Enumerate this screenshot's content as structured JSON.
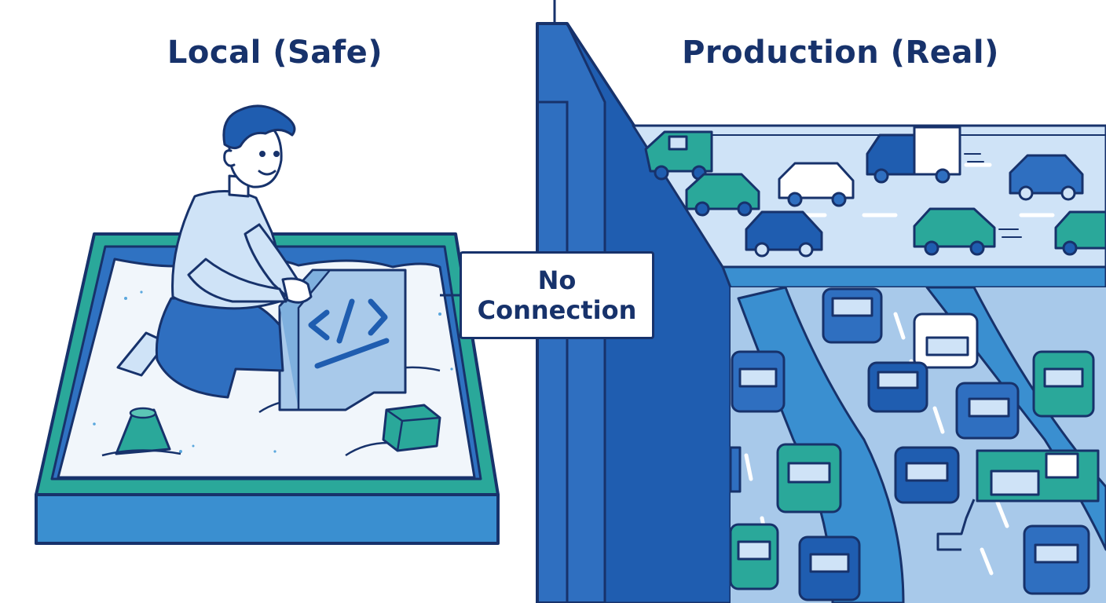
{
  "left_panel": {
    "title": "Local (Safe)"
  },
  "right_panel": {
    "title": "Production (Real)"
  },
  "divider": {
    "label": "No\nConnection"
  },
  "icons": {
    "code_block": "code-icon",
    "person": "developer-figure",
    "sandbox": "sandbox-icon",
    "highway": "highway-traffic"
  },
  "colors": {
    "navy": "#17326b",
    "blue": "#2f6fc0",
    "light_blue": "#cfe3f7",
    "teal": "#2aa89a",
    "sand": "#f1f6fb"
  }
}
